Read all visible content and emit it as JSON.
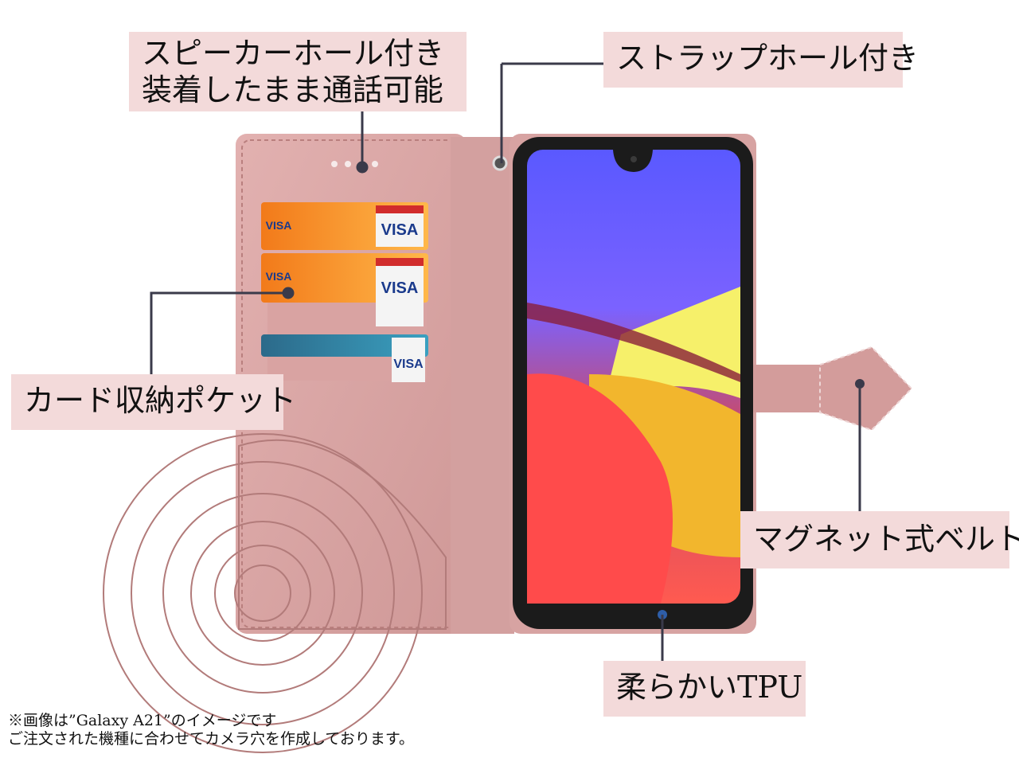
{
  "labels": {
    "speaker_line1": "スピーカーホール付き",
    "speaker_line2": "装着したまま通話可能",
    "strap": "ストラップホール付き",
    "card": "カード収納ポケット",
    "magnet": "マグネット式ベルト",
    "tpu": "柔らかいTPU"
  },
  "notes": {
    "line1": "※画像は”Galaxy A21”のイメージです",
    "line2": "ご注文された機種に合わせてカメラ穴を作成しております。"
  },
  "cards": {
    "brand": "VISA"
  },
  "colors": {
    "label_bg": "#f3dada",
    "leather": "#d9a5a5",
    "leather_dark": "#c48d8d",
    "callout_line": "#3a3a4a"
  }
}
